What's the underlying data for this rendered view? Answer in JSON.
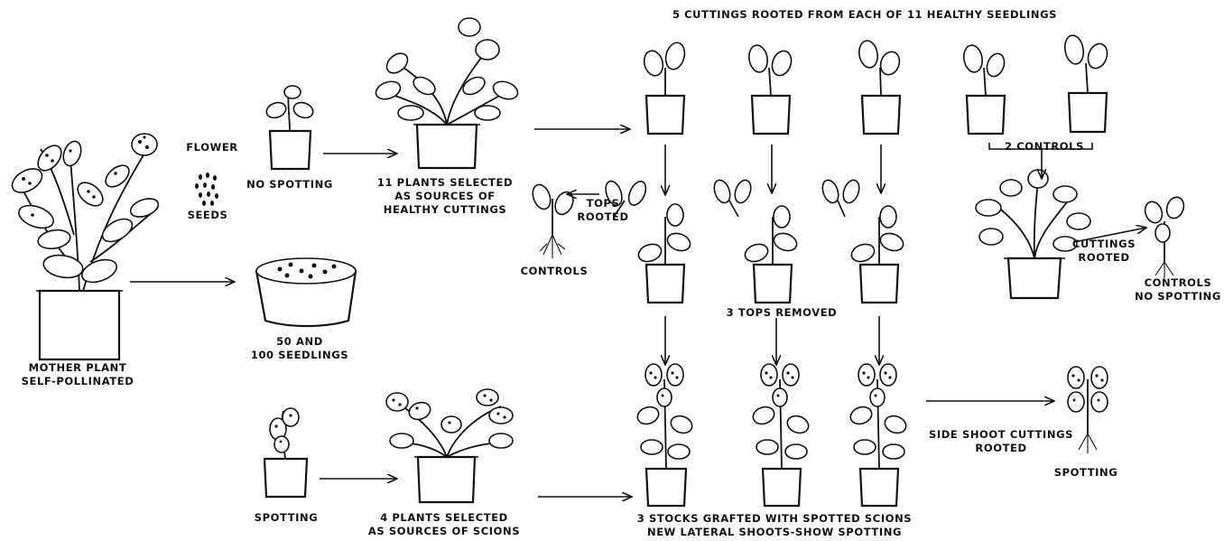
{
  "labels": {
    "mother_plant": [
      "MOTHER PLANT",
      "SELF-POLLINATED"
    ],
    "flower": "FLOWER",
    "seeds": "SEEDS",
    "no_spotting": "NO SPOTTING",
    "seedlings": [
      "50 AND",
      "100 SEEDLINGS"
    ],
    "healthy_selected": [
      "11 PLANTS SELECTED",
      "AS SOURCES OF",
      "HEALTHY CUTTINGS"
    ],
    "spotting_seedling": "SPOTTING",
    "scion_selected": [
      "4 PLANTS SELECTED",
      "AS SOURCES OF SCIONS"
    ],
    "cuttings_title": "5 CUTTINGS ROOTED FROM EACH OF 11 HEALTHY SEEDLINGS",
    "two_controls": "2 CONTROLS",
    "tops_rooted": [
      "TOPS",
      "ROOTED"
    ],
    "controls": "CONTROLS",
    "tops_removed": "3 TOPS REMOVED",
    "cuttings_rooted": [
      "CUTTINGS",
      "ROOTED"
    ],
    "controls_no_spotting": [
      "CONTROLS",
      "NO SPOTTING"
    ],
    "grafted": [
      "3 STOCKS GRAFTED WITH SPOTTED SCIONS",
      "NEW LATERAL SHOOTS-SHOW SPOTTING"
    ],
    "side_shoot": [
      "SIDE SHOOT CUTTINGS",
      "ROOTED"
    ],
    "spotting_result": "SPOTTING"
  }
}
